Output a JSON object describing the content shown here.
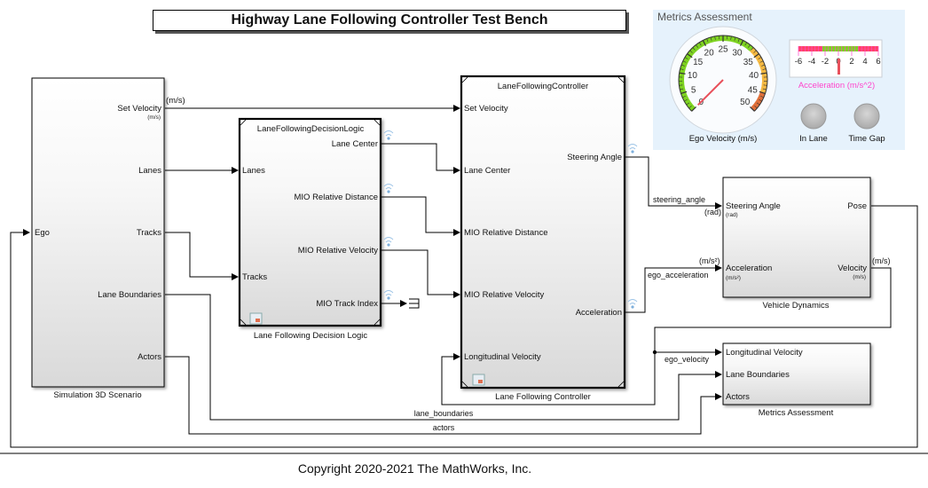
{
  "title": "Highway Lane Following Controller Test Bench",
  "copyright": "Copyright 2020-2021 The MathWorks, Inc.",
  "dashboard": {
    "title": "Metrics Assessment",
    "gauge": {
      "label": "Ego Velocity (m/s)",
      "ticks": [
        "0",
        "5",
        "10",
        "15",
        "20",
        "25",
        "30",
        "35",
        "40",
        "45",
        "50"
      ],
      "min": 0,
      "max": 50,
      "value": 0,
      "colors": {
        "green": "#7ed321",
        "yellow": "#f5b942",
        "red": "#e0703a",
        "needle": "#e8505b"
      }
    },
    "linear_gauge": {
      "label": "Acceleration (m/s^2)",
      "ticks": [
        "-6",
        "-4",
        "-2",
        "0",
        "2",
        "4",
        "6"
      ],
      "min": -6,
      "max": 6,
      "value": 0,
      "colors": {
        "label": "#ff44cc",
        "red": "#ff4466",
        "green": "#7ed321",
        "needle": "#e8505b"
      }
    },
    "lamps": [
      {
        "label": "In Lane"
      },
      {
        "label": "Time Gap"
      }
    ]
  },
  "blocks": {
    "sim3d": {
      "name": "Simulation 3D Scenario",
      "inputs": [
        "Ego"
      ],
      "outputs": [
        "Set Velocity",
        "Lanes",
        "Tracks",
        "Lane Boundaries",
        "Actors"
      ],
      "set_velocity_unit": "(m/s)"
    },
    "decision": {
      "name": "Lane Following Decision Logic",
      "inner_title": "LaneFollowingDecisionLogic",
      "inputs": [
        "Lanes",
        "Tracks"
      ],
      "outputs": [
        "Lane Center",
        "MIO Relative Distance",
        "MIO Relative Velocity",
        "MIO Track Index"
      ]
    },
    "controller": {
      "name": "Lane Following Controller",
      "inner_title": "LaneFollowingController",
      "inputs": [
        "Set Velocity",
        "Lane Center",
        "MIO Relative Distance",
        "MIO Relative Velocity",
        "Longitudinal Velocity"
      ],
      "outputs": [
        "Steering Angle",
        "Acceleration"
      ]
    },
    "vehicle": {
      "name": "Vehicle Dynamics",
      "inputs": [
        "Steering Angle",
        "Acceleration"
      ],
      "input_units": [
        "(rad)",
        "(m/s²)"
      ],
      "outputs": [
        "Pose",
        "Velocity"
      ],
      "output_units": [
        "",
        "(m/s)"
      ]
    },
    "metrics": {
      "name": "Metrics Assessment",
      "inputs": [
        "Longitudinal Velocity",
        "Lane Boundaries",
        "Actors"
      ]
    }
  },
  "signals": {
    "set_velocity_unit": "(m/s)",
    "steering_angle": "steering_angle",
    "steering_unit": "(rad)",
    "ego_acceleration": "ego_acceleration",
    "accel_unit": "(m/s²)",
    "velocity_unit": "(m/s)",
    "ego_velocity": "ego_velocity",
    "lane_boundaries": "lane_boundaries",
    "actors": "actors"
  }
}
